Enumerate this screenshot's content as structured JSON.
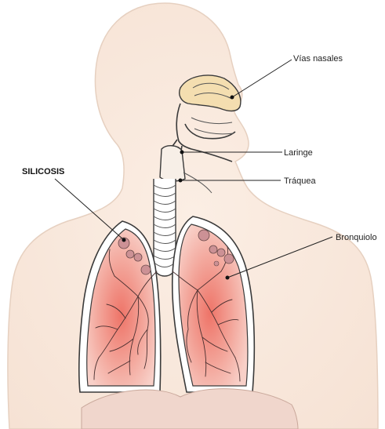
{
  "labels": {
    "nasal": "Vías nasales",
    "larynx": "Laringe",
    "trachea": "Tráquea",
    "bronchiole": "Bronquiolo",
    "condition": "SILICOSIS"
  },
  "colors": {
    "skin": "#f9ebe1",
    "skin_edge": "#e9d5c6",
    "lung_fill": "#f4b8ad",
    "lung_core": "#ee7468",
    "nasal_cavity": "#f4deb0",
    "nodule": "#cc9195"
  }
}
